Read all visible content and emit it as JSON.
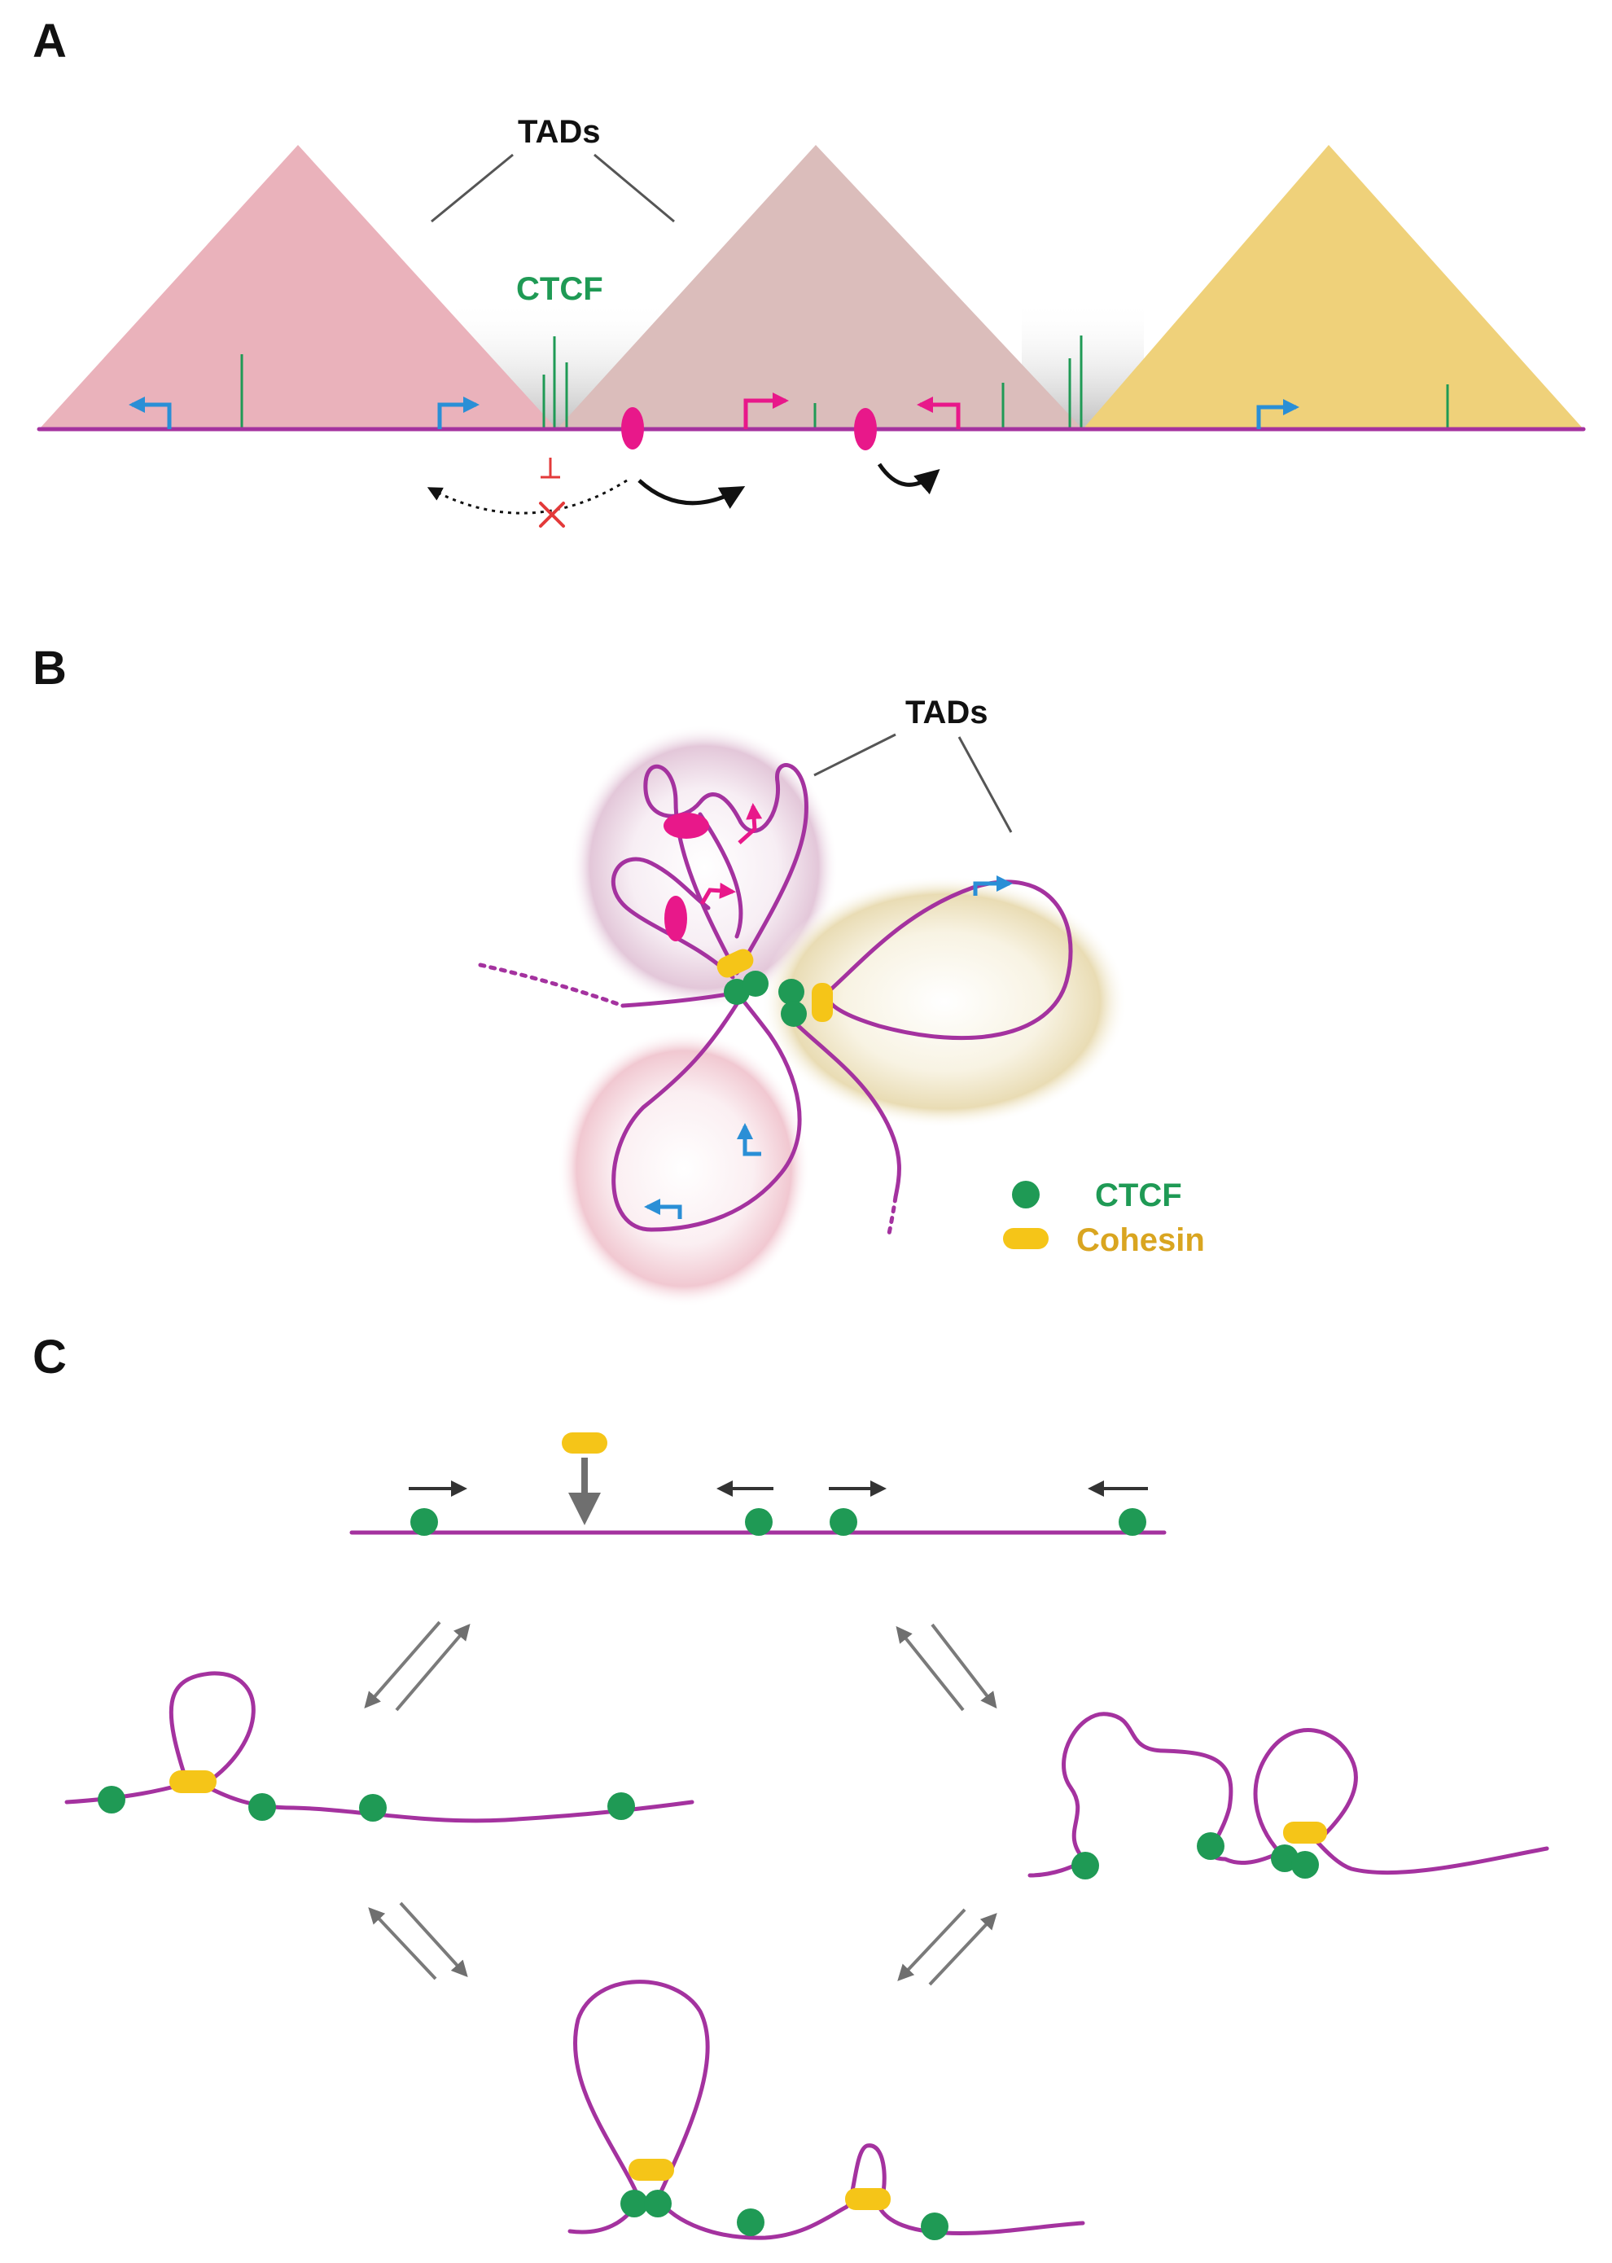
{
  "panels": {
    "a": "A",
    "b": "B",
    "c": "C"
  },
  "panel_a": {
    "tads_label": "TADs",
    "ctcf_label": "CTCF"
  },
  "panel_b": {
    "tads_label": "TADs",
    "legend_ctcf": "CTCF",
    "legend_cohesin": "Cohesin"
  },
  "colors": {
    "chromatin": "#a4329f",
    "ctcf": "#1f9a55",
    "cohesin": "#f5c518",
    "enhancer": "#e8188a",
    "gene_blue": "#2a8fd6",
    "tad1": "#eab2bb",
    "tad2": "#dbbdbb",
    "tad3": "#efd17a"
  }
}
